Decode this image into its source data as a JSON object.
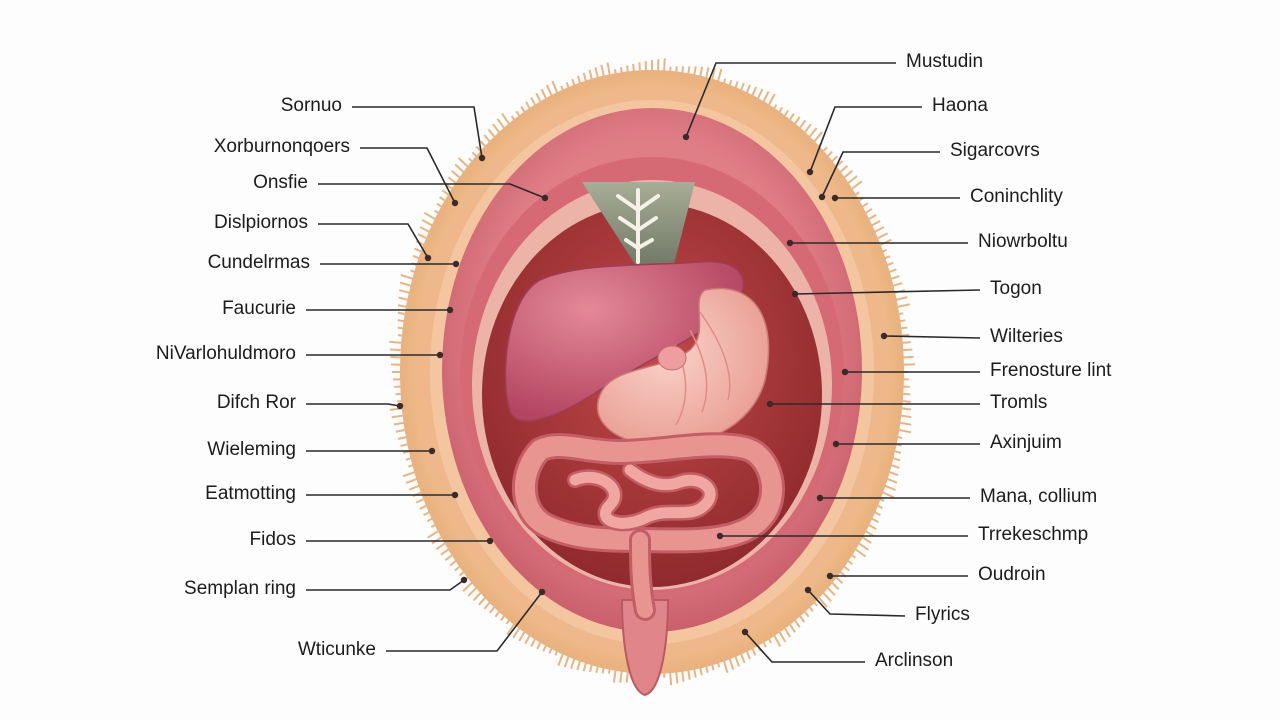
{
  "colors": {
    "fringe": "#efc08f",
    "outer_wall": "#e8b08a",
    "muscle": "#d9737b",
    "cavity": "#a83a3a",
    "liver": "#c95a6e",
    "stomach": "#f0b2a8",
    "intestine": "#e58a86",
    "leader_line": "#2a2a2a"
  },
  "labels_left": [
    {
      "id": "sornuo",
      "text": "Sornuo"
    },
    {
      "id": "xorburnonqoers",
      "text": "Xorburnonqoers"
    },
    {
      "id": "onsfie",
      "text": "Onsfie"
    },
    {
      "id": "dislpiornos",
      "text": "Dislpiornos"
    },
    {
      "id": "cundelrmas",
      "text": "Cundelrmas"
    },
    {
      "id": "faucurie",
      "text": "Faucurie"
    },
    {
      "id": "nivarlohuldmoro",
      "text": "NiVarlohuldmoro"
    },
    {
      "id": "difch-ror",
      "text": "Difch Ror"
    },
    {
      "id": "wieleming",
      "text": "Wieleming"
    },
    {
      "id": "eatmotting",
      "text": "Eatmotting"
    },
    {
      "id": "fidos",
      "text": "Fidos"
    },
    {
      "id": "semplan-fing",
      "text": "Semplan ring"
    },
    {
      "id": "wticunke",
      "text": "Wticunke"
    }
  ],
  "labels_right": [
    {
      "id": "mustudin",
      "text": "Mustudin"
    },
    {
      "id": "haona",
      "text": "Haona"
    },
    {
      "id": "sigarcovrs",
      "text": "Sigarcovrs"
    },
    {
      "id": "coninchlity",
      "text": "Coninchlity"
    },
    {
      "id": "niowrboltu",
      "text": "Niowrboltu"
    },
    {
      "id": "togon",
      "text": "Togon"
    },
    {
      "id": "wilteries",
      "text": "Wilteries"
    },
    {
      "id": "frenosture-lint",
      "text": "Frenosture lint"
    },
    {
      "id": "tromls",
      "text": "Tromls"
    },
    {
      "id": "axinjuim",
      "text": "Axinjuim"
    },
    {
      "id": "mana-collium",
      "text": "Mana, collium"
    },
    {
      "id": "trrekeschmp",
      "text": "Trrekeschmp"
    },
    {
      "id": "oudroin",
      "text": "Oudroin"
    },
    {
      "id": "flyrics",
      "text": "Flyrics"
    },
    {
      "id": "arclinson",
      "text": "Arclinson"
    }
  ]
}
